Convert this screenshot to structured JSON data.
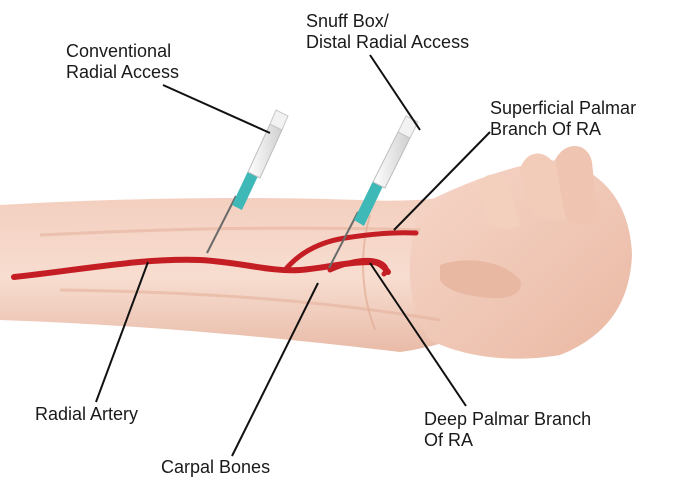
{
  "labels": {
    "conventional": [
      "Conventional",
      "Radial Access"
    ],
    "snuffbox": [
      "Snuff Box/",
      "Distal Radial Access"
    ],
    "superficial": [
      "Superficial Palmar",
      "Branch Of RA"
    ],
    "radial_artery": "Radial Artery",
    "carpal_bones": "Carpal Bones",
    "deep_palmar": [
      "Deep Palmar Branch",
      "Of RA"
    ]
  },
  "colors": {
    "skin": "#f4d3c4",
    "skin_shadow": "#e8b9a5",
    "artery": "#c41e24",
    "needle_hub": "#3fb8b8",
    "syringe": "#e8e8e8",
    "leader": "#111111"
  }
}
